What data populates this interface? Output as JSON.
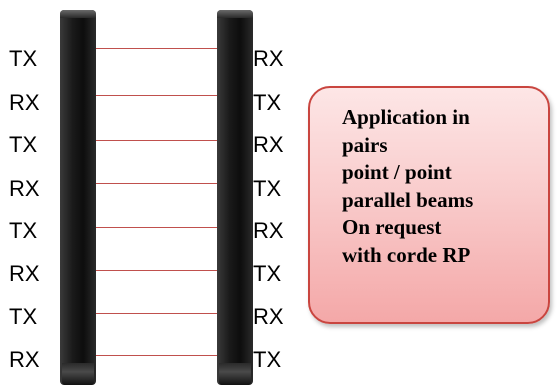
{
  "left_labels": [
    "TX",
    "RX",
    "TX",
    "RX",
    "TX",
    "RX",
    "TX",
    "RX"
  ],
  "right_labels": [
    "RX",
    "TX",
    "RX",
    "TX",
    "RX",
    "TX",
    "RX",
    "TX"
  ],
  "callout": {
    "lines": [
      "Application in",
      "pairs",
      "point / point",
      "parallel beams",
      "On request",
      "with corde RP"
    ]
  },
  "colors": {
    "beam": "#c0504d",
    "callout_border": "#c9453f",
    "callout_fill_top": "#fde6e6",
    "callout_fill_bottom": "#f4a8a8",
    "column": "#0d0d0d"
  }
}
